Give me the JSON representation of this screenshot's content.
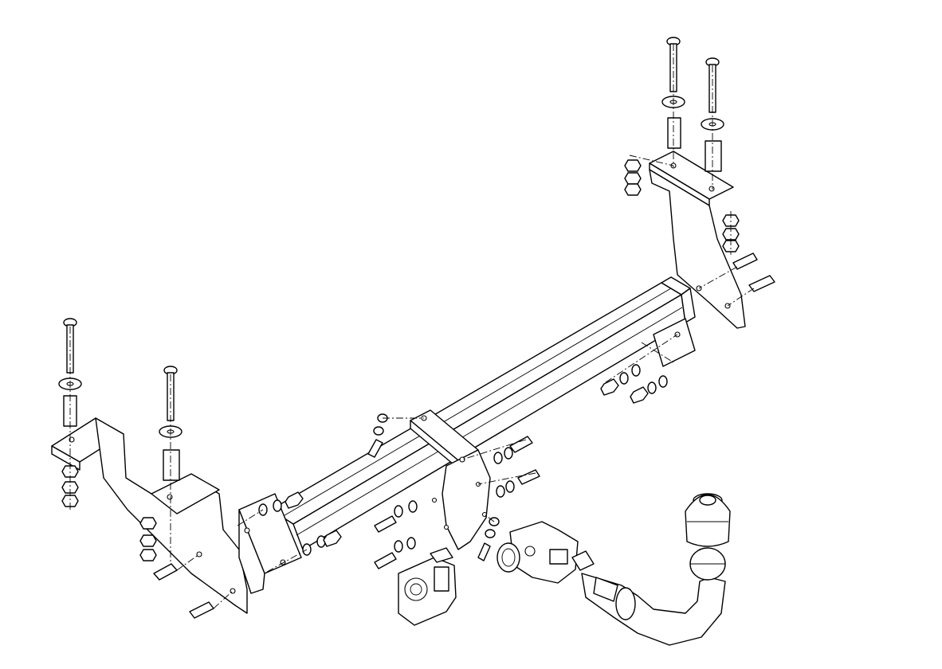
{
  "diagram": {
    "kind": "exploded-assembly",
    "line_color": "#000000",
    "background": "#ffffff",
    "parts": [
      "crossbar-tube",
      "left-bracket",
      "right-bracket",
      "center-mount",
      "tow-ball-neck",
      "ball-cover",
      "quick-release-socket",
      "electric-socket-plate",
      "bolts",
      "nuts",
      "washers",
      "spacer-sleeves"
    ]
  }
}
